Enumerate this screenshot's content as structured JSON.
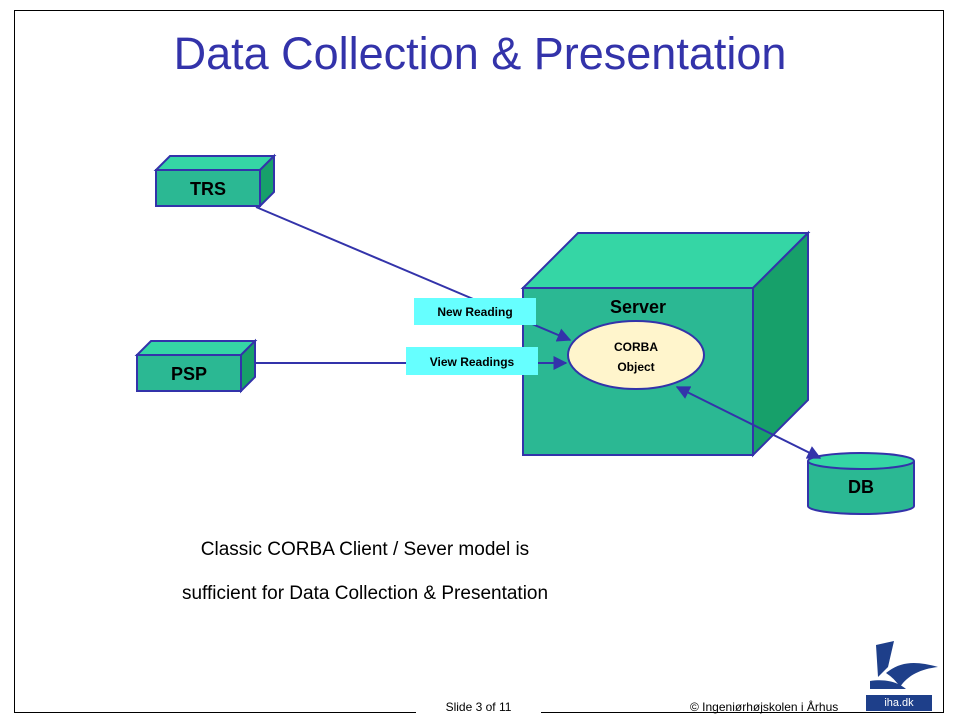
{
  "slide": {
    "title": "Data Collection & Presentation",
    "caption_line1": "Classic CORBA Client / Sever model is",
    "caption_line2": "sufficient for Data Collection & Presentation",
    "footer_slide_number": "Slide 3 of 11",
    "footer_copyright": "© Ingeniørhøjskolen i Århus",
    "logo_text": "iha.dk"
  },
  "diagram": {
    "nodes": {
      "trs": "TRS",
      "psp": "PSP",
      "server": "Server",
      "corba_line1": "CORBA",
      "corba_line2": "Object",
      "db": "DB"
    },
    "edge_labels": {
      "new_reading": "New Reading",
      "view_readings": "View Readings"
    }
  },
  "colors": {
    "title": "#3333aa",
    "box_fill": "#2bb893",
    "box_top": "#35d6a5",
    "box_side": "#17a06a",
    "label_fill": "#66ffff",
    "ellipse_fill": "#fff5cc",
    "line": "#3333aa"
  }
}
